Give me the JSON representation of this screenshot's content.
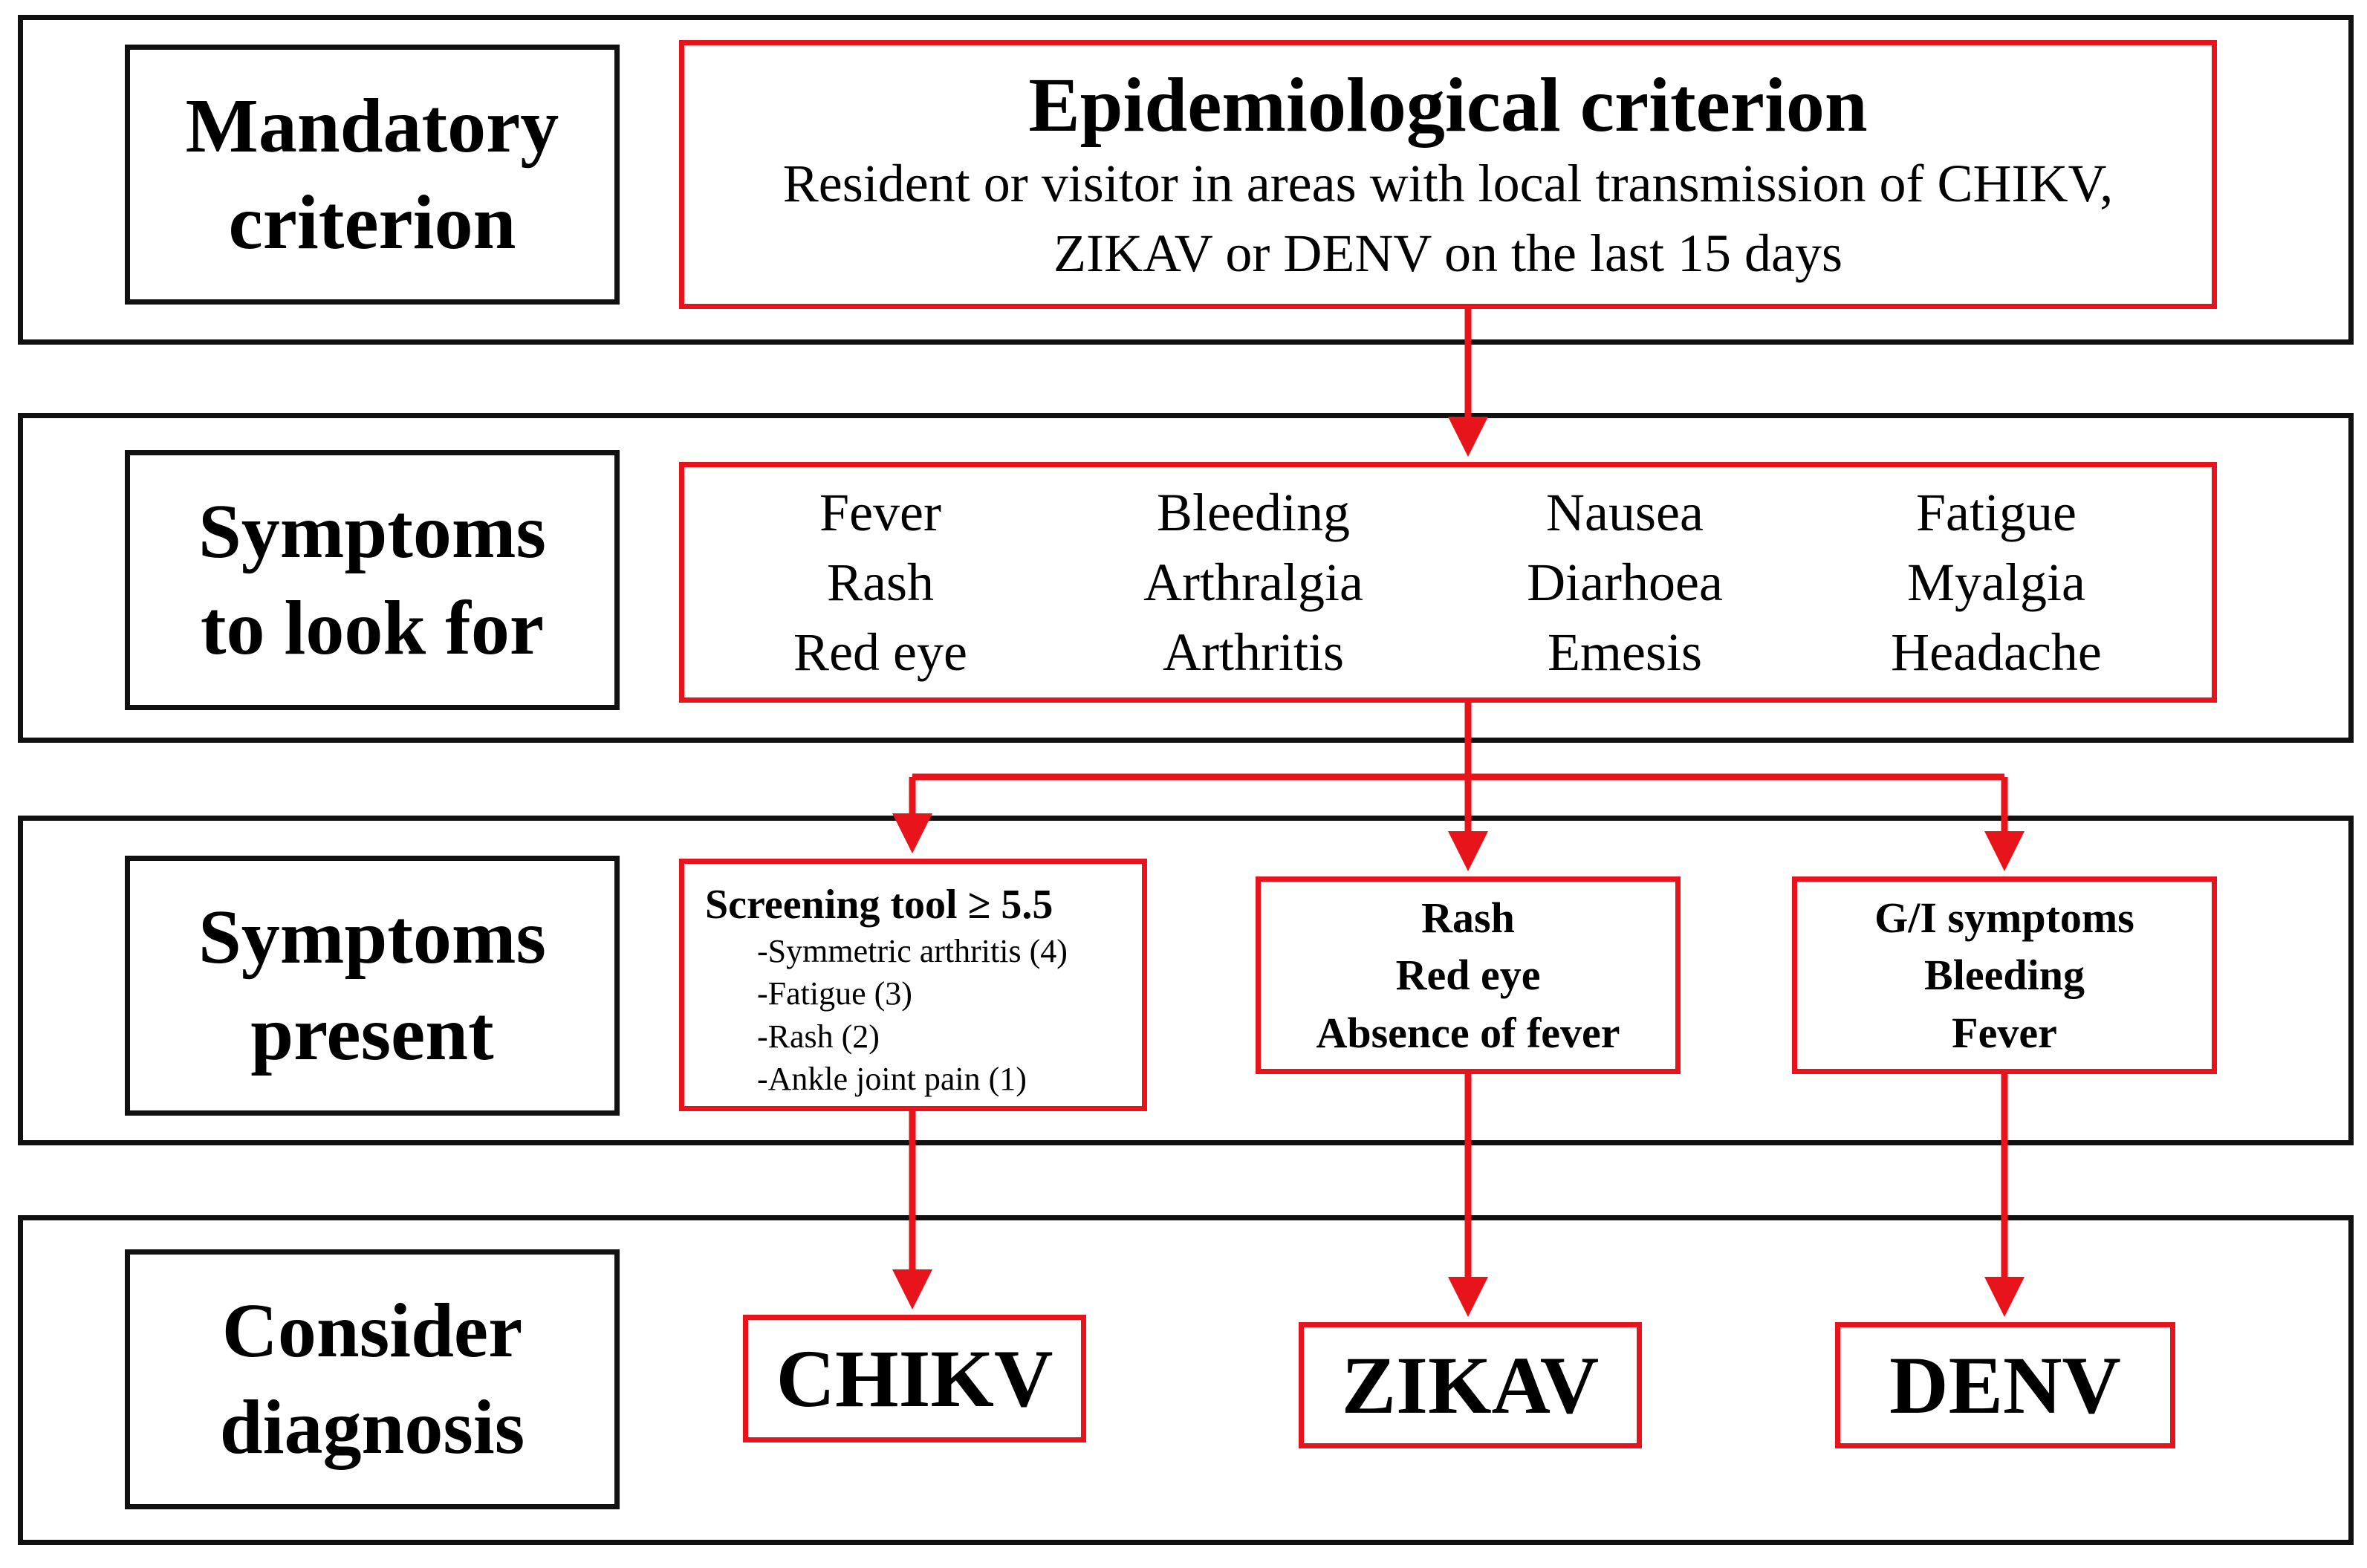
{
  "rows": {
    "mandatory_label": [
      "Mandatory",
      "criterion"
    ],
    "symptoms_label": [
      "Symptoms",
      "to look for"
    ],
    "present_label": [
      "Symptoms",
      "present"
    ],
    "consider_label": [
      "Consider",
      "diagnosis"
    ]
  },
  "epidemiological": {
    "title": "Epidemiological criterion",
    "lines": [
      "Resident or visitor in areas with local transmission of CHIKV,",
      "ZIKAV or DENV on the last 15 days"
    ]
  },
  "symptoms_columns": [
    [
      "Fever",
      "Rash",
      "Red eye"
    ],
    [
      "Bleeding",
      "Arthralgia",
      "Arthritis"
    ],
    [
      "Nausea",
      "Diarhoea",
      "Emesis"
    ],
    [
      "Fatigue",
      "Myalgia",
      "Headache"
    ]
  ],
  "screening": {
    "title": "Screening tool ≥ 5.5",
    "items": [
      "-Symmetric arthritis (4)",
      "-Fatigue (3)",
      "-Rash (2)",
      "-Ankle joint pain (1)"
    ]
  },
  "zika_criteria": [
    "Rash",
    "Red eye",
    "Absence of fever"
  ],
  "dengue_criteria": [
    "G/I symptoms",
    "Bleeding",
    "Fever"
  ],
  "diagnoses": [
    "CHIKV",
    "ZIKAV",
    "DENV"
  ],
  "colors": {
    "accent": "#e8141c",
    "border": "#111111"
  }
}
